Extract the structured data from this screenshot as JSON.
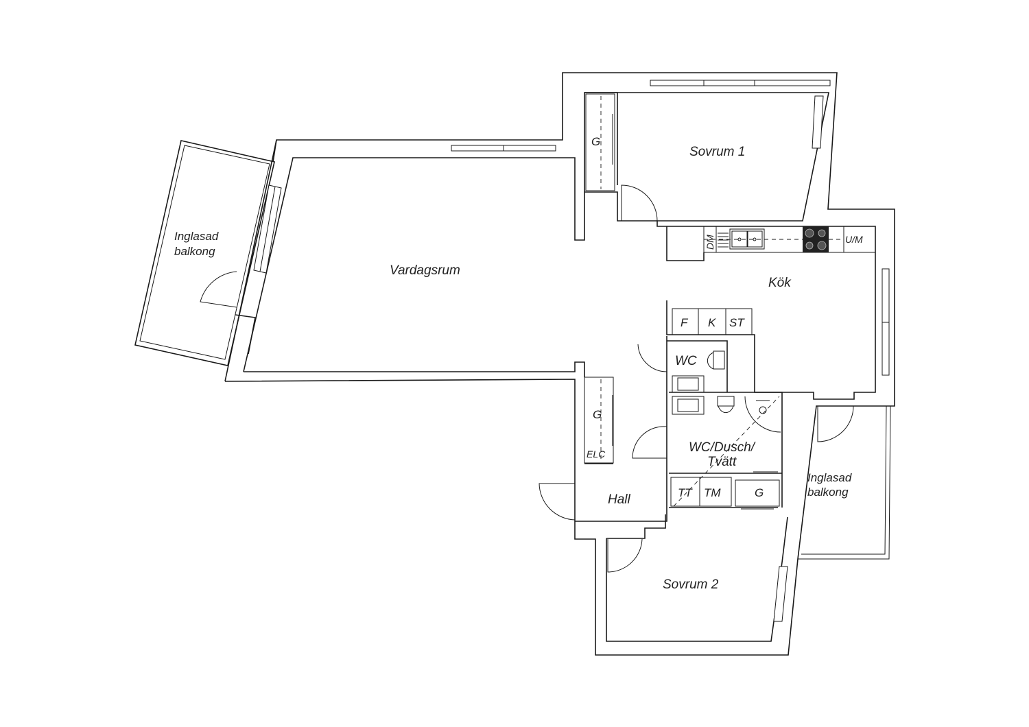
{
  "rooms": {
    "vardagsrum": "Vardagsrum",
    "sovrum1": "Sovrum 1",
    "sovrum2": "Sovrum 2",
    "kok": "Kök",
    "hall": "Hall",
    "wc": "WC",
    "wc_dusch_line1": "WC/Dusch/",
    "wc_dusch_line2": "Tvätt",
    "balcony_west_line1": "Inglasad",
    "balcony_west_line2": "balkong",
    "balcony_east_line1": "Inglasad",
    "balcony_east_line2": "balkong"
  },
  "fixtures": {
    "wardrobe_sovrum1": "G",
    "wardrobe_hall": "G",
    "elc": "ELC",
    "fridge": "F",
    "freezer": "K",
    "storage": "ST",
    "dishwasher": "DM",
    "microwave_oven": "U/M",
    "tumble_dryer": "TT",
    "washing_machine": "TM",
    "wardrobe_bath": "G"
  },
  "icons": {
    "hob": "cooktop-icon",
    "sink": "kitchen-sink-icon",
    "toilet": "toilet-icon",
    "washbasin": "washbasin-icon",
    "shower": "shower-icon",
    "door_swing": "door-swing-icon"
  },
  "colors": {
    "line": "#1a1a1a",
    "background": "#ffffff",
    "hob": "#222222"
  }
}
